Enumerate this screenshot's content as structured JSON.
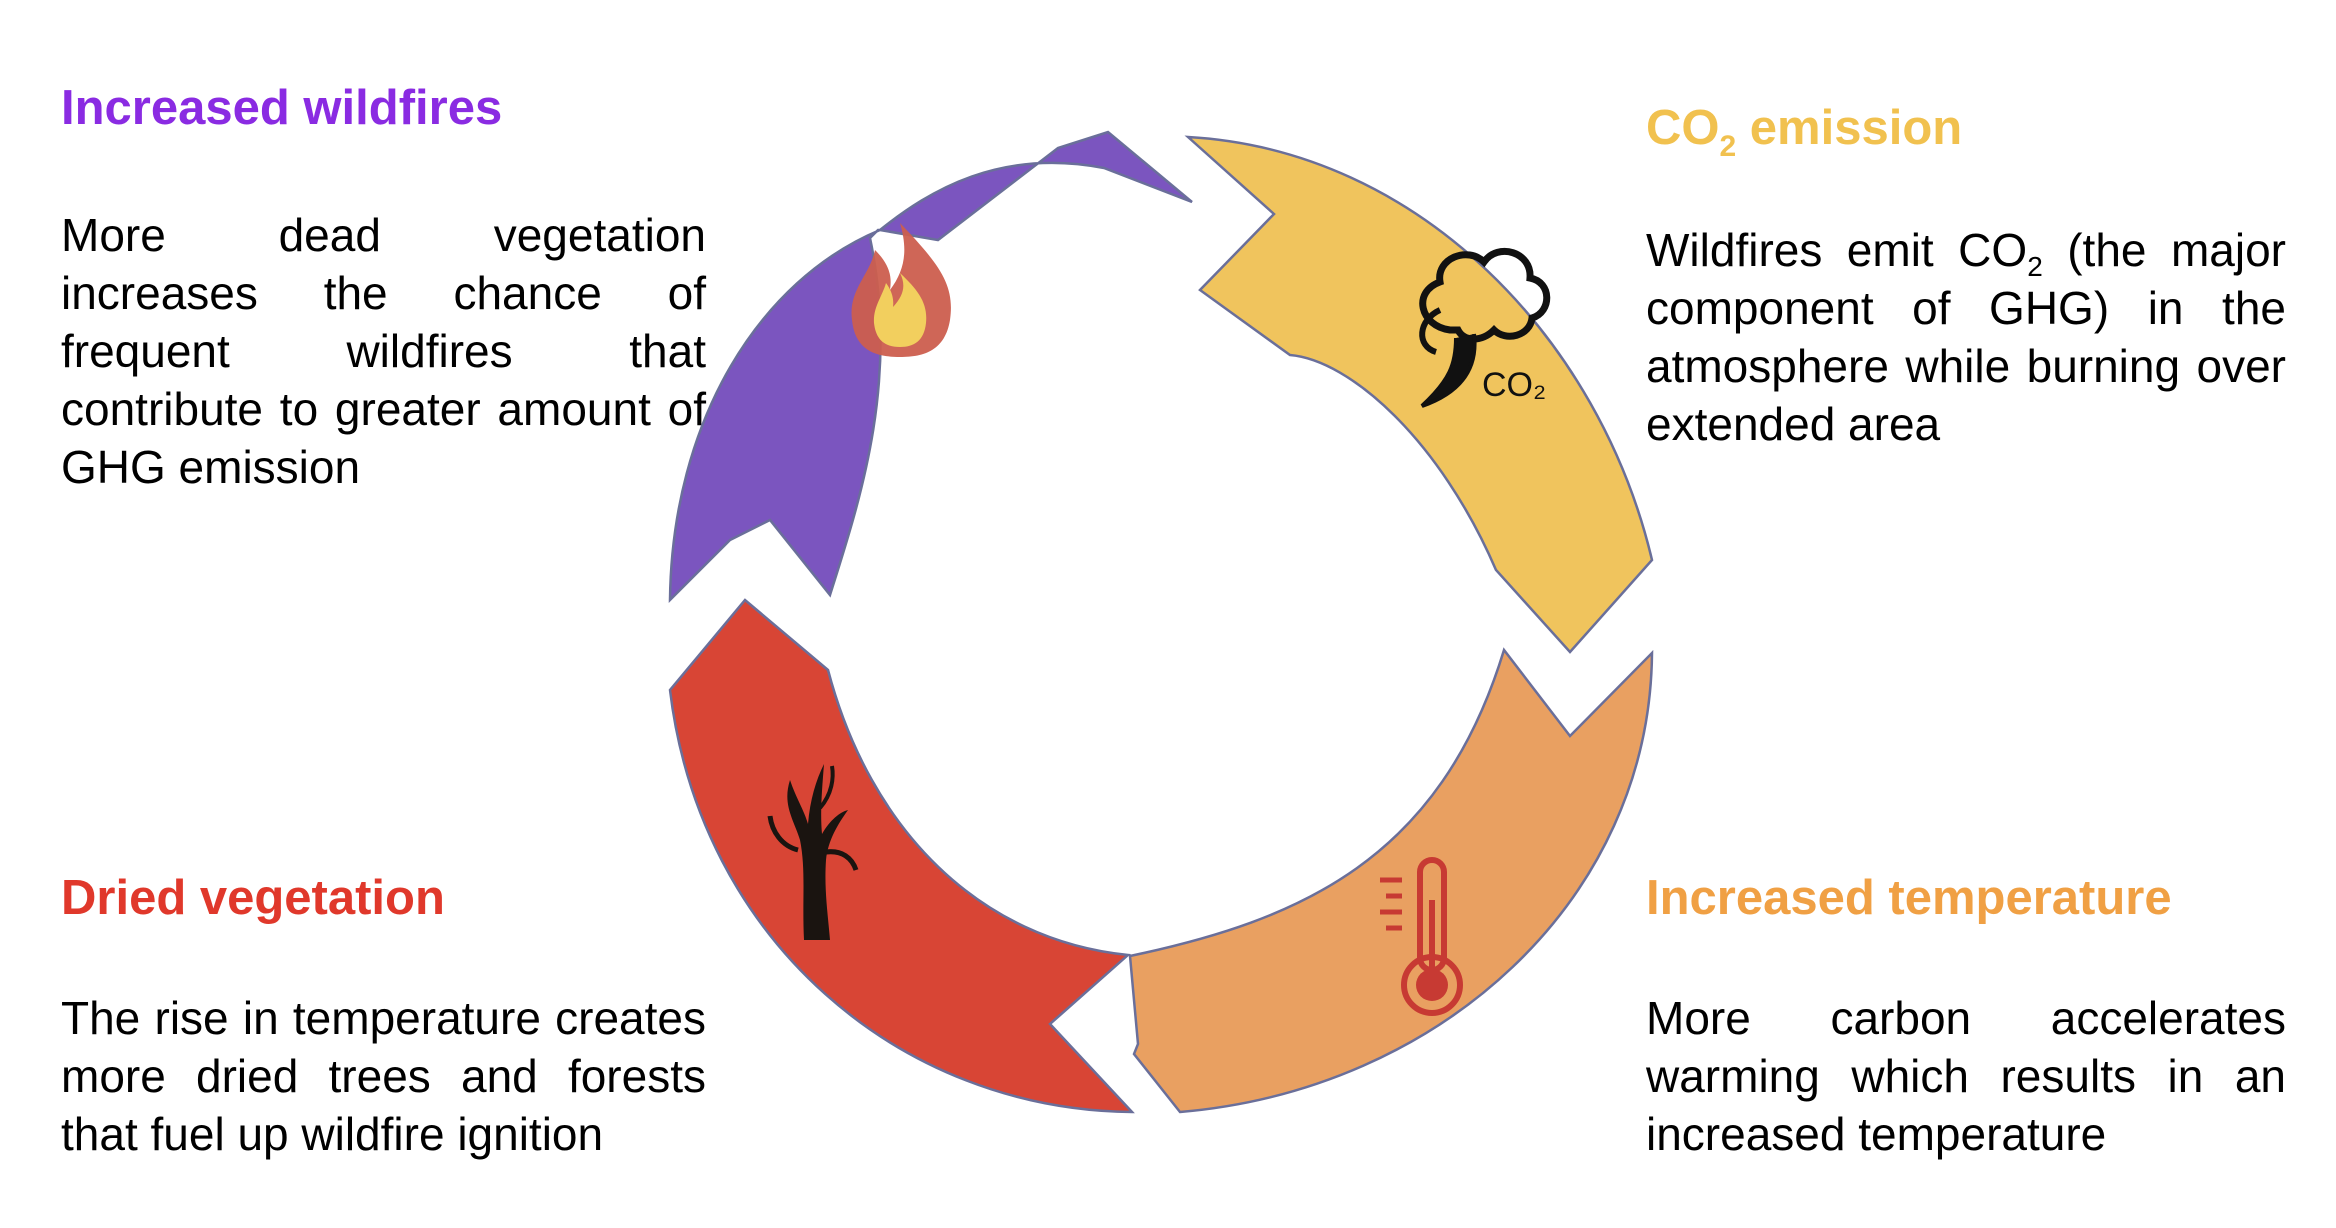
{
  "colors": {
    "wildfires": "#7b55bf",
    "co2": "#f0c45d",
    "temperature": "#e9a061",
    "dried": "#d84535",
    "wildfires_title": "#8a2be2",
    "co2_title": "#f1c14f",
    "temperature_title": "#f0a044",
    "dried_title": "#e0382b"
  },
  "blocks": {
    "wildfires": {
      "title": "Increased wildfires",
      "body": "More dead vegetation increases the chance of frequent wildfires that contribute to greater amount of GHG emission"
    },
    "co2": {
      "title_main": "CO",
      "title_sub": "2",
      "title_rest": " emission",
      "body_a": "Wildfires emit CO",
      "body_sub": "2",
      "body_b": " (the major component of GHG) in the atmosphere while burning over extended area"
    },
    "dried": {
      "title": "Dried vegetation",
      "body": "The rise in temperature creates more dried trees and forests that fuel up wildfire ignition"
    },
    "temperature": {
      "title": "Increased temperature",
      "body": "More carbon accelerates warming which results in an increased temperature"
    }
  },
  "icons": {
    "wildfires": "fire-icon",
    "co2": "co2-cloud-icon",
    "co2_label": "CO₂",
    "temperature": "thermometer-icon",
    "dried": "dead-tree-icon"
  }
}
